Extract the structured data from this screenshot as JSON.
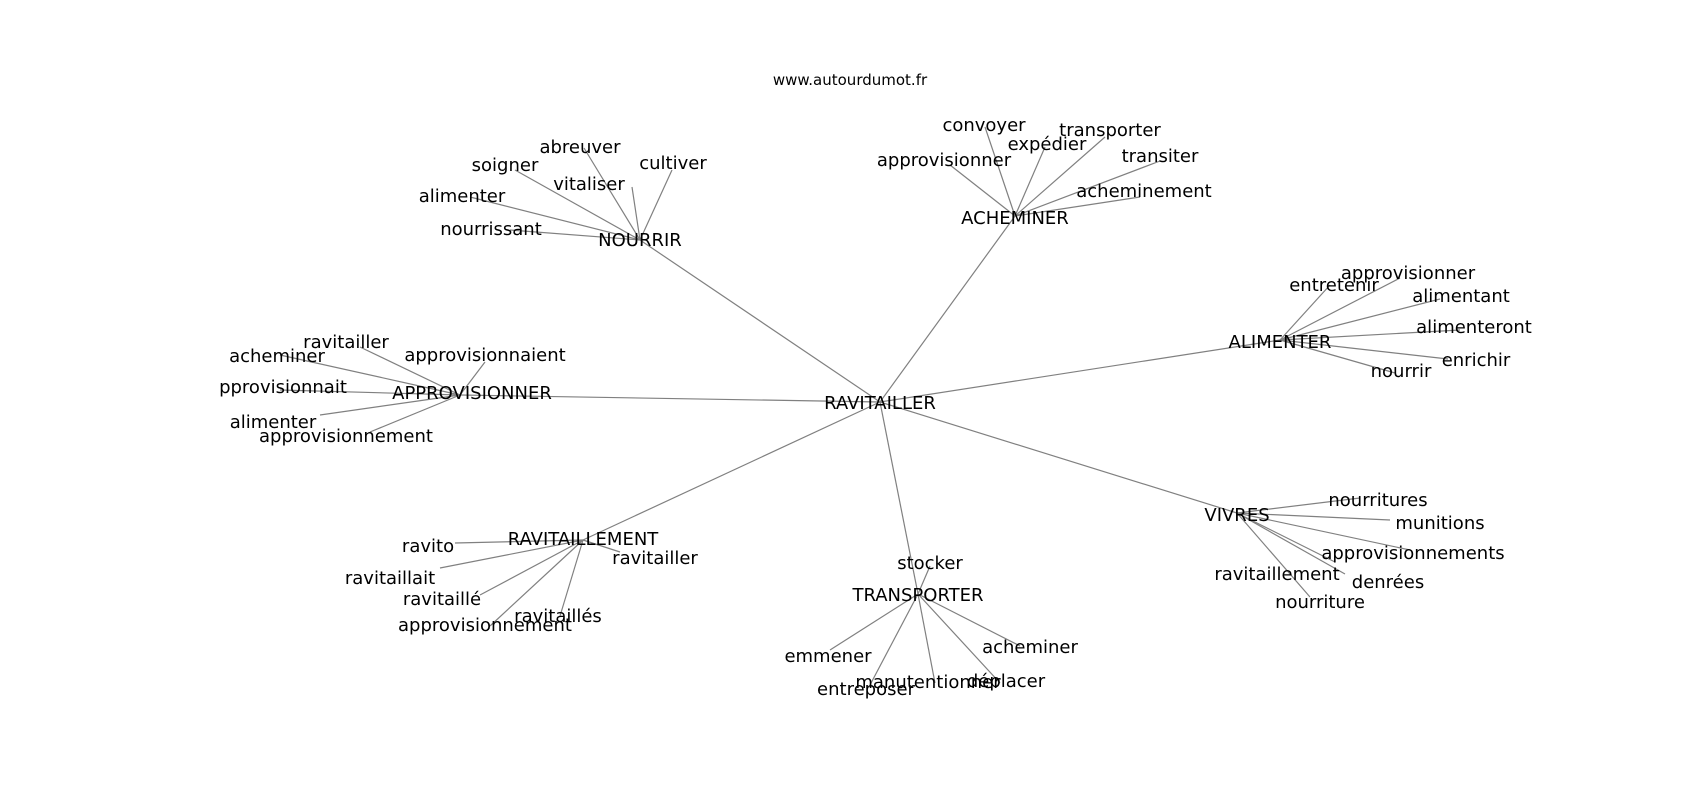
{
  "header": {
    "site": "www.autourdumot.fr"
  },
  "colors": {
    "edge": "#808080",
    "text": "#000000",
    "background": "#ffffff"
  },
  "graph": {
    "center": "RAVITAILLER",
    "clusters": [
      {
        "hub": "NOURRIR",
        "words": [
          "abreuver",
          "soigner",
          "vitaliser",
          "cultiver",
          "alimenter",
          "nourrissant"
        ]
      },
      {
        "hub": "ACHEMINER",
        "words": [
          "convoyer",
          "expédier",
          "transporter",
          "approvisionner",
          "transiter",
          "acheminement"
        ]
      },
      {
        "hub": "ALIMENTER",
        "words": [
          "approvisionner",
          "entretenir",
          "alimentant",
          "alimenteront",
          "enrichir",
          "nourrir"
        ]
      },
      {
        "hub": "APPROVISIONNER",
        "words": [
          "ravitailler",
          "acheminer",
          "approvisionnaient",
          "pprovisionnait",
          "alimenter",
          "approvisionnement"
        ]
      },
      {
        "hub": "VIVRES",
        "words": [
          "nourritures",
          "munitions",
          "approvisionnements",
          "ravitaillement",
          "denrées",
          "nourriture"
        ]
      },
      {
        "hub": "RAVITAILLEMENT",
        "words": [
          "ravito",
          "ravitailler",
          "ravitaillait",
          "ravitaillé",
          "ravitaillés",
          "approvisionnement"
        ]
      },
      {
        "hub": "TRANSPORTER",
        "words": [
          "stocker",
          "emmener",
          "acheminer",
          "entreposer",
          "manutentionner",
          "déplacer"
        ]
      }
    ]
  }
}
